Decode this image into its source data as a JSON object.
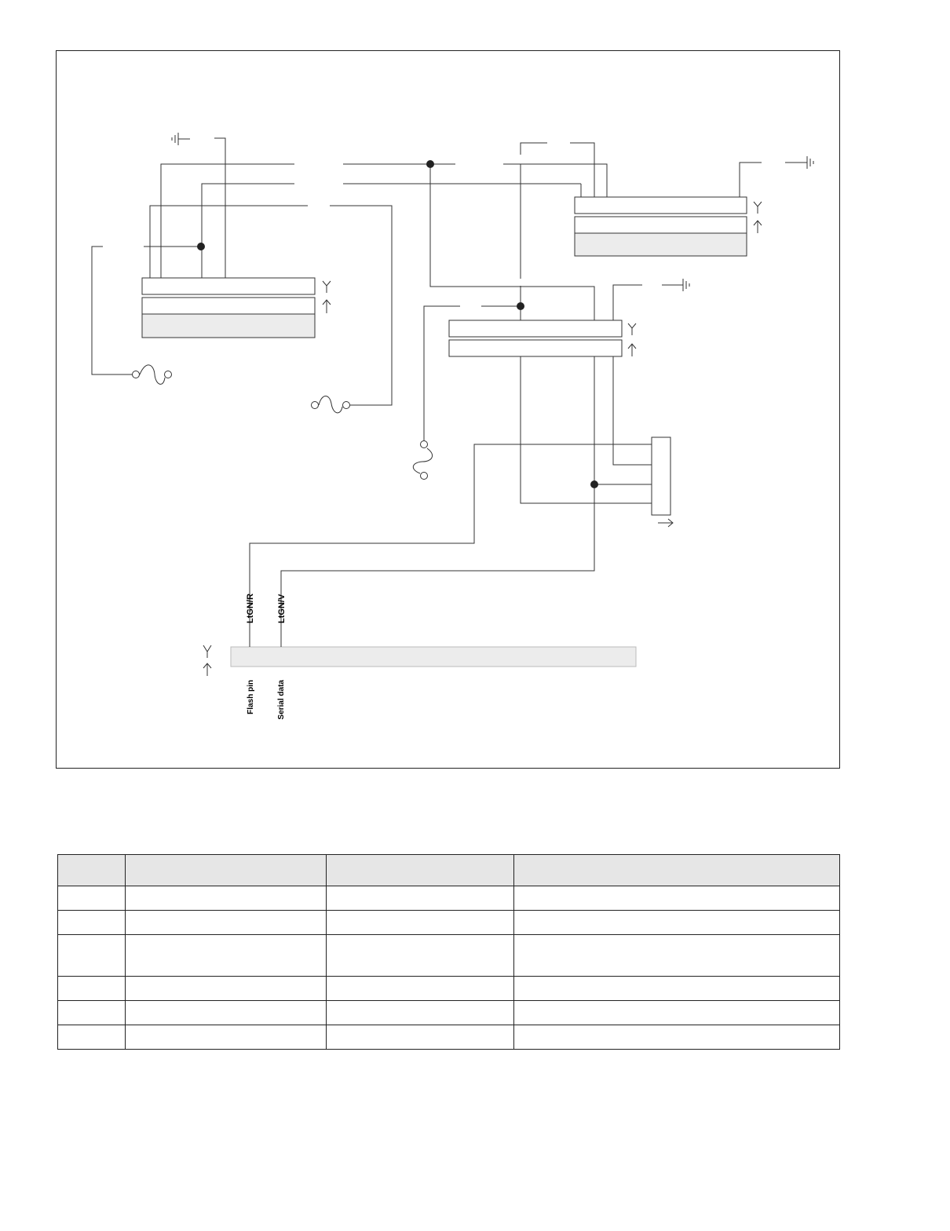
{
  "diagram": {
    "wire_labels": {
      "left": "LtGN/R",
      "right": "LtGN/V"
    },
    "pin_labels": {
      "left": "Flash pin",
      "right": "Serial data"
    },
    "icons": [
      "ground-icon",
      "connector-female-icon",
      "connector-male-icon",
      "fuse-icon",
      "splice-icon",
      "arrow-right-icon"
    ]
  },
  "table": {
    "columns": [
      "",
      "",
      "",
      ""
    ],
    "rows": [
      [
        "",
        "",
        "",
        ""
      ],
      [
        "",
        "",
        "",
        ""
      ],
      [
        "",
        "",
        "",
        ""
      ],
      [
        "",
        "",
        "",
        ""
      ],
      [
        "",
        "",
        "",
        ""
      ],
      [
        "",
        "",
        "",
        ""
      ]
    ]
  }
}
